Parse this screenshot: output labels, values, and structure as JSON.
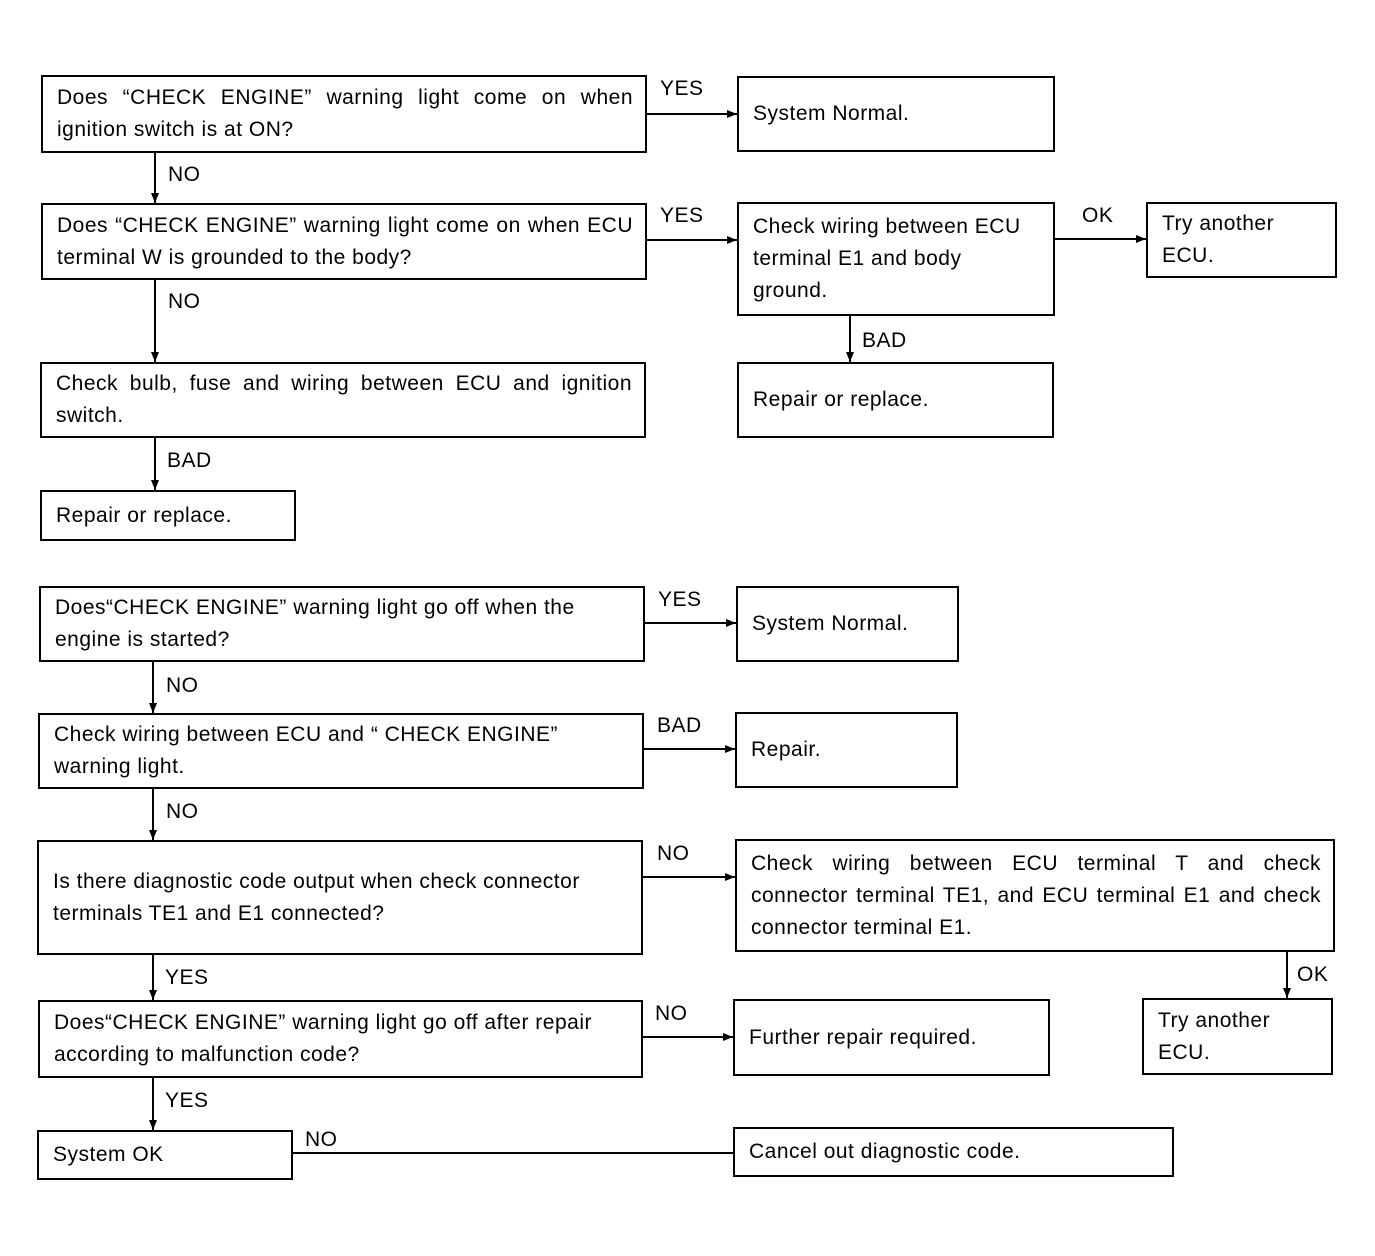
{
  "flow1": {
    "q_check_engine_on": "Does “CHECK ENGINE” warning light come on when ignition switch is at ON?",
    "system_normal": "System Normal.",
    "q_terminal_w_grounded": "Does “CHECK ENGINE” warning light come on when ECU terminal W is grounded to the body?",
    "check_wiring_e1": "Check wiring between ECU terminal E1 and body ground.",
    "try_another_ecu": "Try another ECU.",
    "repair_or_replace_right": "Repair or replace.",
    "check_bulb_fuse": "Check bulb, fuse and wiring between ECU and ignition switch.",
    "repair_or_replace_left": "Repair or replace."
  },
  "flow2": {
    "q_goes_off_started": "Does“CHECK ENGINE” warning light go off when the engine is started?",
    "system_normal": "System Normal.",
    "check_wiring_light": "Check wiring between ECU and “ CHECK ENGINE” warning light.",
    "repair": "Repair.",
    "q_diag_code_output": "Is there diagnostic code output when check connector terminals TE1 and E1 connected?",
    "check_wiring_t_te1": "Check wiring between ECU terminal T and check connector terminal TE1, and ECU terminal E1 and check connector terminal E1.",
    "try_another_ecu": "Try another ECU.",
    "q_goes_off_after_repair": "Does“CHECK ENGINE” warning light go off after repair according to malfunction code?",
    "further_repair": "Further repair required.",
    "system_ok": "System OK",
    "cancel_code": "Cancel out diagnostic code."
  },
  "labels": {
    "yes": "YES",
    "no": "NO",
    "ok": "OK",
    "bad": "BAD"
  }
}
